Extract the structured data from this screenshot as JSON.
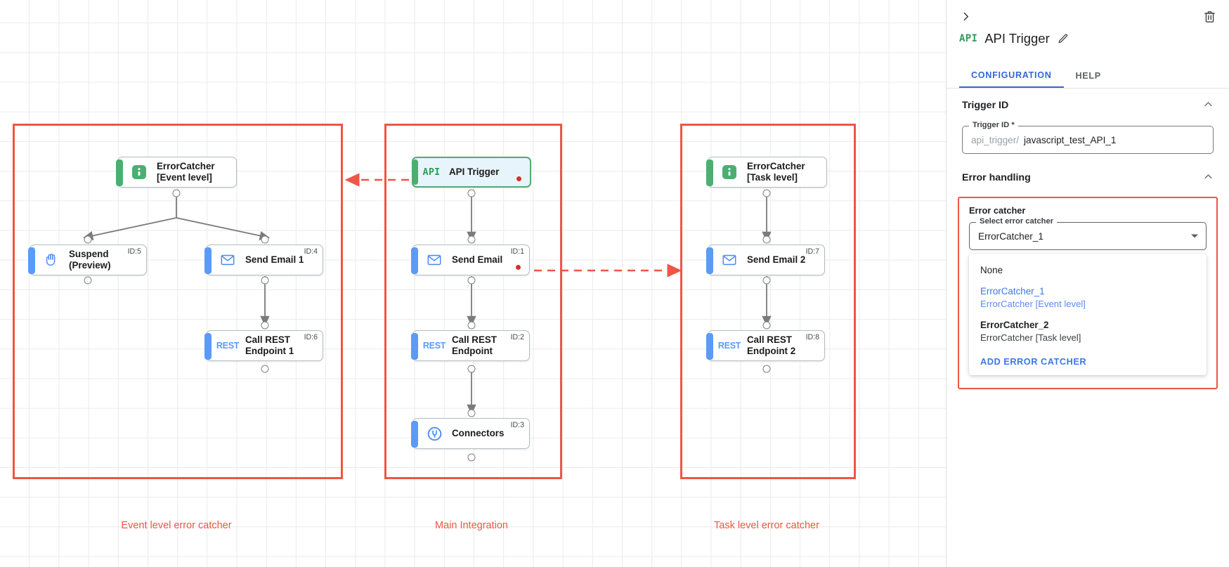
{
  "canvas": {
    "groups": [
      {
        "id": "event-level",
        "label": "Event level error catcher"
      },
      {
        "id": "main-integration",
        "label": "Main Integration"
      },
      {
        "id": "task-level",
        "label": "Task level error catcher"
      }
    ],
    "nodes": {
      "ec1": {
        "title": "ErrorCatcher\n[Event level]",
        "id_tag": "",
        "icon": "error-catcher-icon"
      },
      "susp": {
        "title": "Suspend\n(Preview)",
        "id_tag": "ID:5",
        "icon": "hand-suspend-icon"
      },
      "se1": {
        "title": "Send Email 1",
        "id_tag": "ID:4",
        "icon": "envelope-icon"
      },
      "cre1": {
        "title": "Call REST\nEndpoint 1",
        "id_tag": "ID:6",
        "icon": "rest-icon"
      },
      "apit": {
        "title": "API Trigger",
        "id_tag": "",
        "icon": "api-icon"
      },
      "se0": {
        "title": "Send Email",
        "id_tag": "ID:1",
        "icon": "envelope-icon"
      },
      "cre0": {
        "title": "Call REST\nEndpoint",
        "id_tag": "ID:2",
        "icon": "rest-icon"
      },
      "conn": {
        "title": "Connectors",
        "id_tag": "ID:3",
        "icon": "connectors-icon"
      },
      "ec2": {
        "title": "ErrorCatcher\n[Task level]",
        "id_tag": "",
        "icon": "error-catcher-icon"
      },
      "se2": {
        "title": "Send Email 2",
        "id_tag": "ID:7",
        "icon": "envelope-icon"
      },
      "cre2": {
        "title": "Call REST\nEndpoint 2",
        "id_tag": "ID:8",
        "icon": "rest-icon"
      }
    },
    "colors": {
      "group_border": "#f05545",
      "dashed_arrow": "#f05545",
      "trigger_green": "#4caf72",
      "task_blue": "#5b9bf8",
      "error_dot": "#d93025"
    }
  },
  "panel": {
    "title": "API Trigger",
    "badge": "API",
    "tabs": [
      {
        "label": "CONFIGURATION",
        "active": true
      },
      {
        "label": "HELP",
        "active": false
      }
    ],
    "sections": {
      "trigger_id": {
        "heading": "Trigger ID",
        "field_legend": "Trigger ID *",
        "prefix": "api_trigger/",
        "value": "javascript_test_API_1"
      },
      "error_handling": {
        "heading": "Error handling",
        "error_catcher_label": "Error catcher",
        "select_legend": "Select error catcher",
        "selected": "ErrorCatcher_1",
        "options": [
          {
            "primary": "None",
            "secondary": "",
            "selected": false
          },
          {
            "primary": "ErrorCatcher_1",
            "secondary": "ErrorCatcher [Event level]",
            "selected": true
          },
          {
            "primary": "ErrorCatcher_2",
            "secondary": "ErrorCatcher [Task level]",
            "selected": false
          }
        ],
        "add_action": "ADD ERROR CATCHER"
      }
    }
  }
}
